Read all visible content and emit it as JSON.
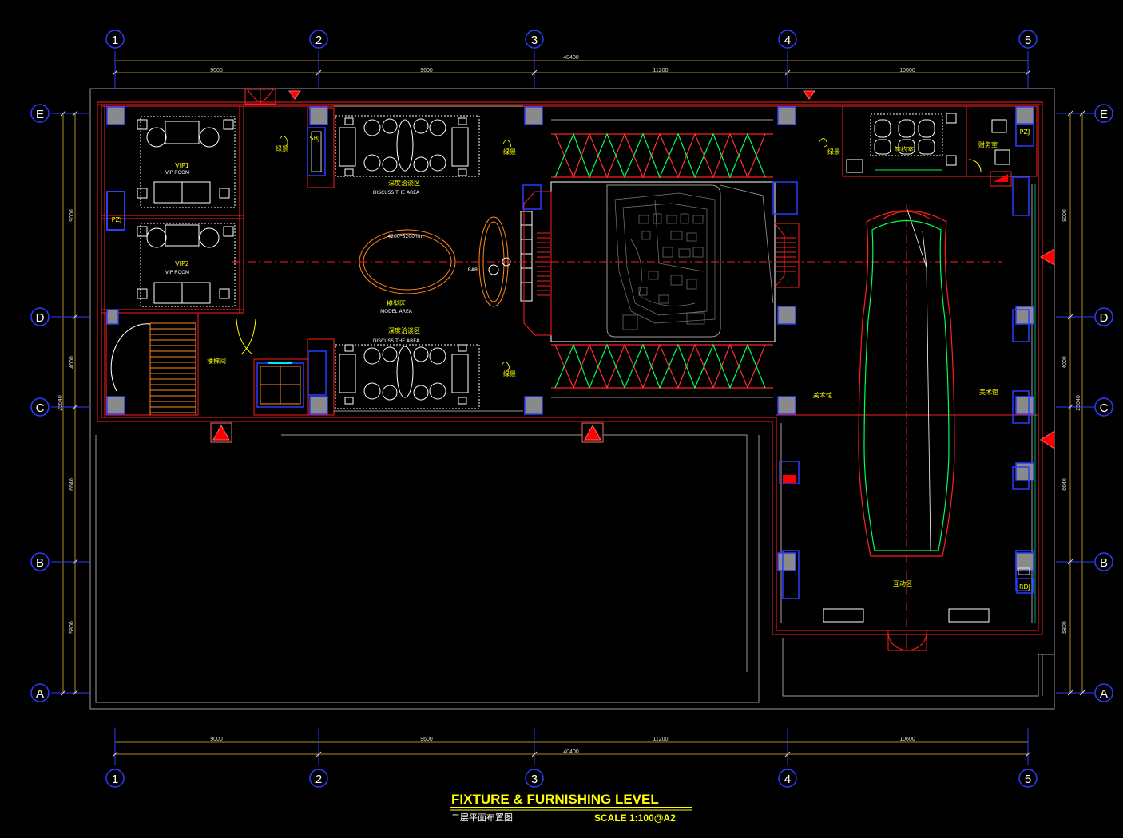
{
  "grid": {
    "columns": [
      "1",
      "2",
      "3",
      "4",
      "5"
    ],
    "rows": [
      "E",
      "D",
      "C",
      "B",
      "A"
    ]
  },
  "dimensions": {
    "horizontal_segments": [
      "9000",
      "9600",
      "11200",
      "10600"
    ],
    "horizontal_total": "40400",
    "vertical_segments": [
      "9000",
      "4000",
      "6640",
      "5800"
    ],
    "vertical_total": "25640"
  },
  "rooms": {
    "vip1": "VIP1",
    "vip1_sub": "VIP ROOM",
    "vip2": "VIP2",
    "vip2_sub": "VIP ROOM",
    "pzj_left": "PZJ",
    "pzj_right": "PZJ",
    "discuss_cn": "深度洽谈区",
    "discuss_en": "DISCUSS THE AREA",
    "model_cn": "模型区",
    "model_en": "MODEL AREA",
    "model_table": "4200*3200mm",
    "bar": "BAR",
    "green": "绿景",
    "stair": "楼梯间",
    "sign_room": "签约室",
    "finance": "财务室",
    "art_left": "美术馆",
    "art_right": "美术馆",
    "interactive": "互动区",
    "rdj": "RDJ",
    "sbj": "SBJ"
  },
  "title": {
    "main": "FIXTURE & FURNISHING LEVEL",
    "sub": "二层平面布置图",
    "scale": "SCALE  1:100@A2"
  },
  "colors": {
    "background": "#000000",
    "wall": "#ff2020",
    "column": "#8a8a8a",
    "grid_bubble": "#2c3cff",
    "dimension": "#b08a24",
    "furniture": "#ffffff",
    "glass": "#00ff66",
    "outline": "#9a9a9a",
    "label": "#ffff00",
    "accent": "#00e5ff"
  }
}
